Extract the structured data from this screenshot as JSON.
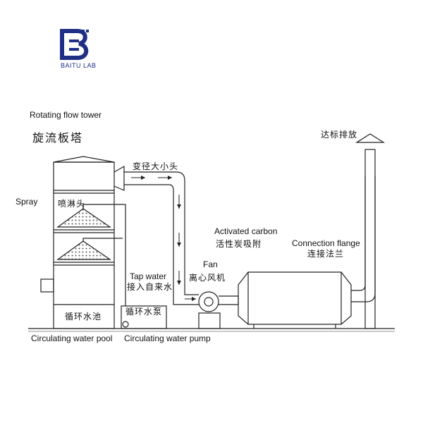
{
  "brand": {
    "name": "BAITU LAB",
    "color": "#1f2f86"
  },
  "labels": {
    "tower_en": "Rotating flow tower",
    "tower_zh": "旋流板塔",
    "reducer_zh": "变径大小头",
    "spray_en": "Spray",
    "spray_head_zh": "喷淋头",
    "tap_en": "Tap water",
    "tap_zh": "接入自来水",
    "fan_en": "Fan",
    "fan_zh": "离心风机",
    "carbon_en": "Activated carbon",
    "carbon_zh": "活性炭吸附",
    "flange_en": "Connection flange",
    "flange_zh": "连接法兰",
    "exhaust_zh": "达标排放",
    "pool_zh": "循环水池",
    "pump_zh": "循环水泵",
    "pool_en": "Circulating water pool",
    "pump_en": "Circulating water pump"
  },
  "colors": {
    "line": "#222222",
    "hatch": "#555555"
  }
}
